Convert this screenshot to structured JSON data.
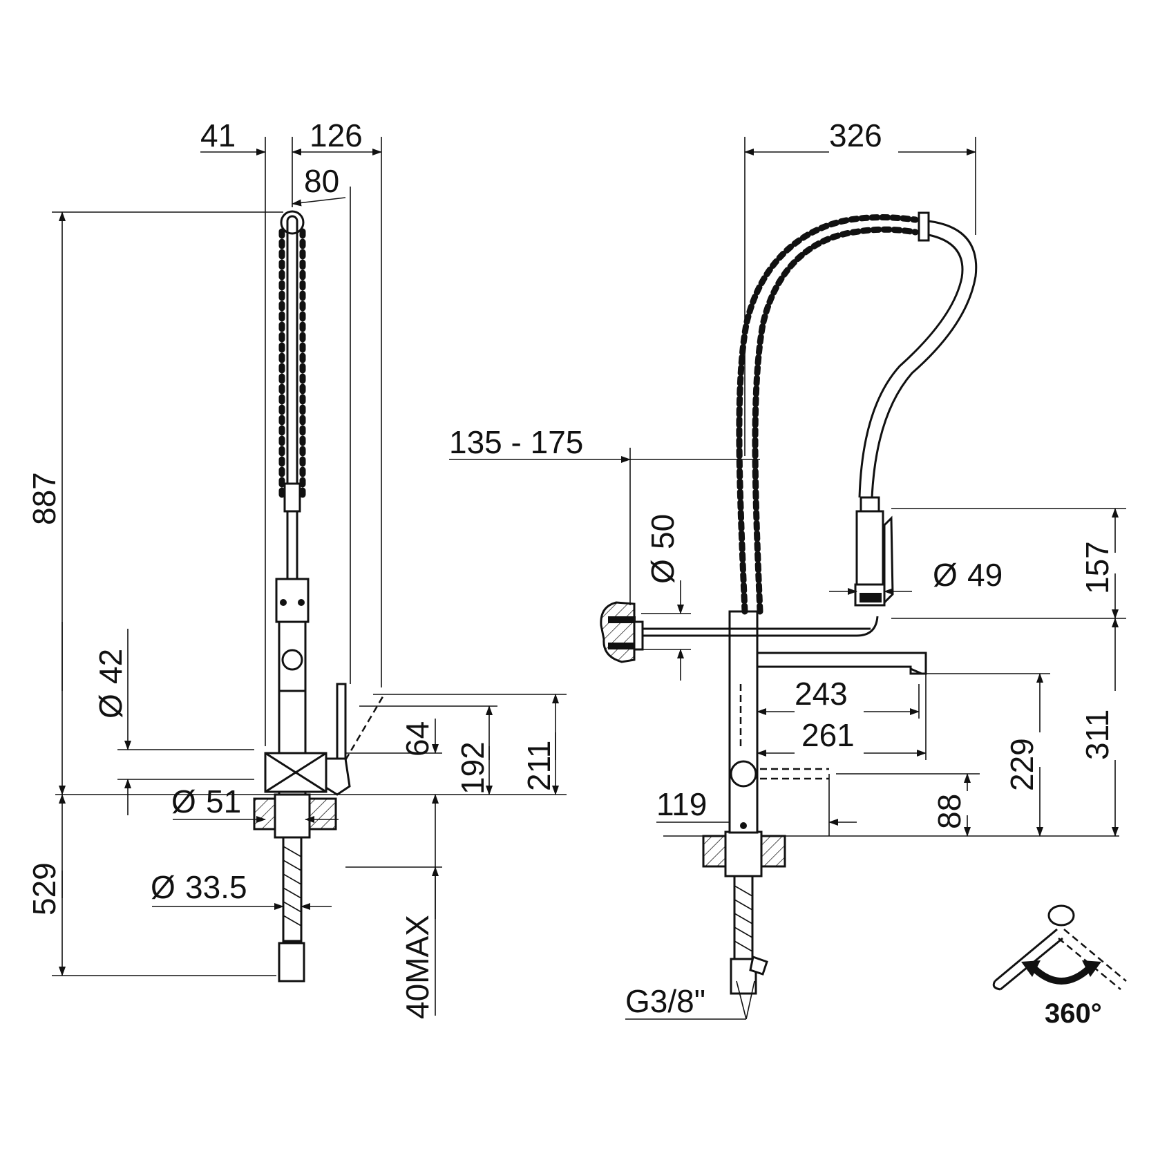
{
  "dimensions": {
    "side_offset_41": "41",
    "side_width_126": "126",
    "side_handle_80": "80",
    "side_height_887": "887",
    "side_below_529": "529",
    "side_height_64": "64",
    "side_height_192": "192",
    "side_height_211": "211",
    "side_thickness_40max": "40MAX",
    "front_width_326": "326",
    "front_range": "135 - 175",
    "front_spout_243": "243",
    "front_spout_261": "261",
    "front_offset_119": "119",
    "front_height_157": "157",
    "front_height_311": "311",
    "front_height_229": "229",
    "front_height_88": "88"
  },
  "diameters": {
    "side_dia_42": "42",
    "side_dia_51": "51",
    "side_dia_33_5": "33.5",
    "front_dia_50": "50",
    "front_dia_49": "49"
  },
  "labels": {
    "thread": "G3/8\"",
    "rotation": "360°"
  },
  "symbols": {
    "diameter_symbol": "Ø"
  }
}
